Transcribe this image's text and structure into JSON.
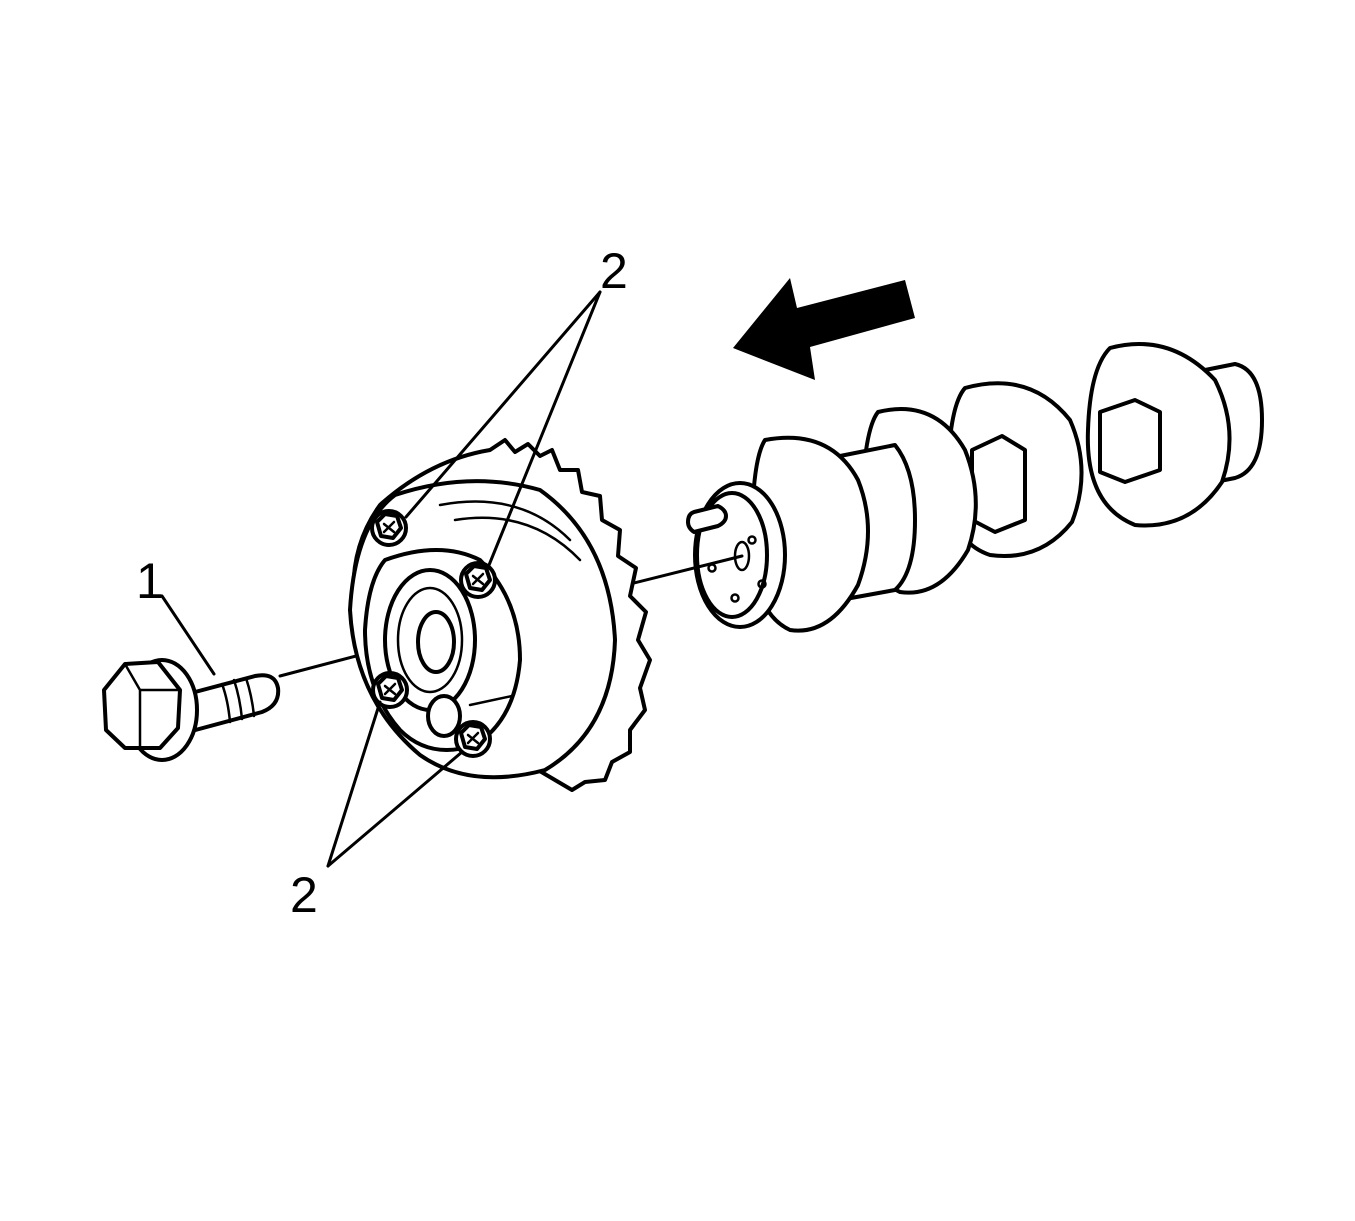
{
  "callouts": {
    "bolt_label": "1",
    "bolts_top_label": "2",
    "bolts_bottom_label": "2"
  },
  "colors": {
    "ink": "#000000",
    "paper": "#ffffff"
  },
  "icons": {
    "direction": "arrow-left-icon"
  }
}
